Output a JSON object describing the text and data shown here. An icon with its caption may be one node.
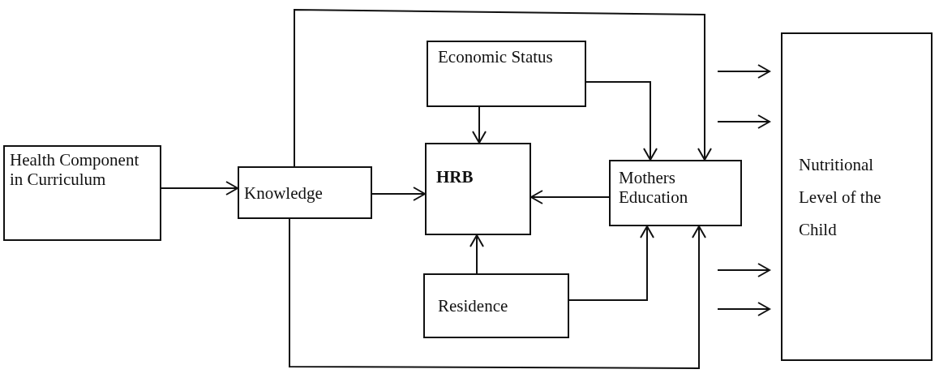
{
  "diagram": {
    "nodes": [
      {
        "text": [
          "Health Component in Curriculum"
        ]
      },
      {
        "text": [
          "Knowledge"
        ]
      },
      {
        "text": [
          "Economic Status"
        ]
      },
      {
        "text": [
          "HRB"
        ]
      },
      {
        "text": [
          "Mothers Education"
        ]
      },
      {
        "text": [
          "Residence"
        ]
      },
      {
        "text": [
          "Nutritional Level of the Child"
        ]
      }
    ],
    "edges": [
      {
        "from": 0,
        "to": 1,
        "arrow": "to"
      },
      {
        "from": 1,
        "to": 3,
        "arrow": "to"
      },
      {
        "from": 2,
        "to": 3,
        "arrow": "to"
      },
      {
        "from": 2,
        "to": 4,
        "arrow": "to"
      },
      {
        "from": 4,
        "to": 3,
        "arrow": "to"
      },
      {
        "from": 5,
        "to": 3,
        "arrow": "to"
      },
      {
        "from": 5,
        "to": 4,
        "arrow": "to"
      },
      {
        "from": 1,
        "to": 4,
        "arrow": "to"
      },
      {
        "from": 1,
        "to": 4,
        "arrow": "to"
      },
      {
        "from": null,
        "to": 6,
        "arrow": "to"
      },
      {
        "from": null,
        "to": 6,
        "arrow": "to"
      },
      {
        "from": null,
        "to": 6,
        "arrow": "to"
      },
      {
        "from": null,
        "to": 6,
        "arrow": "to"
      }
    ]
  }
}
